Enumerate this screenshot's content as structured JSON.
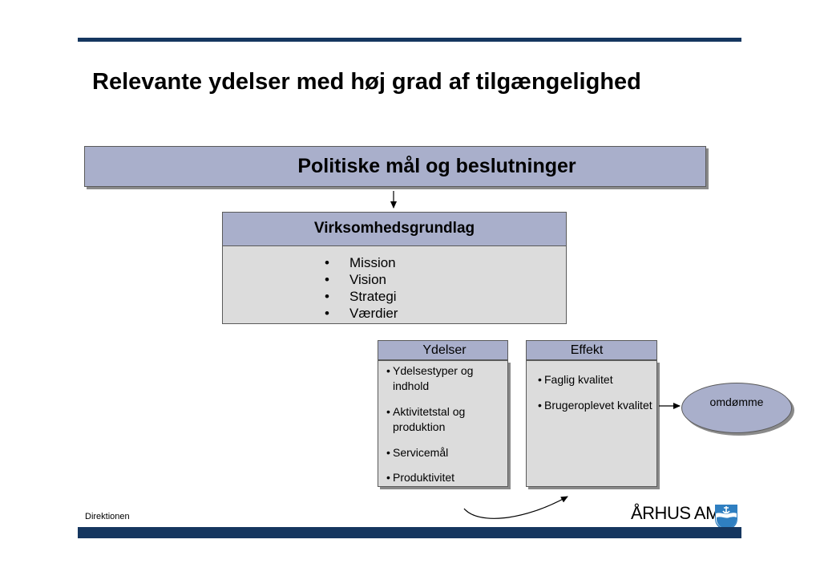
{
  "title": "Relevante ydelser med høj grad af tilgængelighed",
  "politiske": "Politiske mål og beslutninger",
  "virksomhedsgrundlag": {
    "heading": "Virksomhedsgrundlag",
    "items": [
      "Mission",
      "Vision",
      "Strategi",
      "Værdier"
    ]
  },
  "ydelser": {
    "heading": "Ydelser",
    "items": [
      "Ydelsestyper og indhold",
      "Aktivitetstal og produktion",
      "Servicemål",
      "Produktivitet"
    ]
  },
  "effekt": {
    "heading": "Effekt",
    "items": [
      "Faglig kvalitet",
      "Brugeroplevet kvalitet"
    ]
  },
  "omdomme": "omdømme",
  "footer": "Direktionen",
  "logo": "ÅRHUS AMT",
  "colors": {
    "navy_bar": "#15365f",
    "box_blue": "#a9afcb",
    "box_gray": "#dcdcdc",
    "shield_blue": "#2f7fc1"
  }
}
